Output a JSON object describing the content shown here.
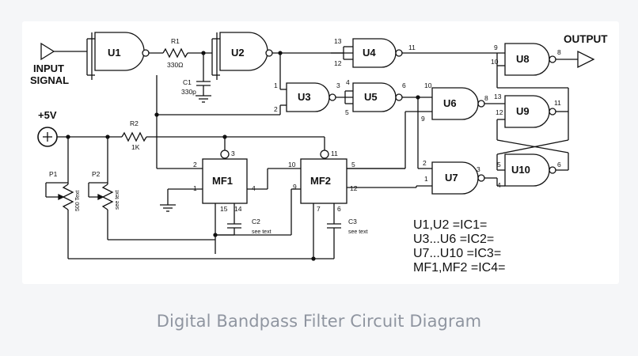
{
  "caption": "Digital Bandpass Filter Circuit Diagram",
  "diagram": {
    "input_label_line1": "INPUT",
    "input_label_line2": "SIGNAL",
    "output_label": "OUTPUT",
    "supply_label": "+5V",
    "gates": {
      "u1": "U1",
      "u2": "U2",
      "u3": "U3",
      "u4": "U4",
      "u5": "U5",
      "u6": "U6",
      "u7": "U7",
      "u8": "U8",
      "u9": "U9",
      "u10": "U10"
    },
    "monoflops": {
      "mf1": "MF1",
      "mf2": "MF2"
    },
    "components": {
      "r1": "R1",
      "r1_value": "330Ω",
      "r2": "R2",
      "r2_value": "1K",
      "c1": "C1",
      "c1_value": "330p",
      "c2": "C2",
      "c2_value": "see text",
      "c3": "C3",
      "c3_value": "see text",
      "p1": "P1",
      "p1_value": "500 Text",
      "p2": "P2",
      "p2_value": "see text"
    },
    "pins": {
      "u4_in_a": "13",
      "u4_in_b": "12",
      "u4_out": "11",
      "u3_in_a": "1",
      "u3_in_b": "2",
      "u3_out": "3",
      "u5_in_a": "4",
      "u5_in_b": "5",
      "u5_out": "6",
      "u6_in_a": "10",
      "u6_in_b": "9",
      "u6_out": "8",
      "u7_in_a": "2",
      "u7_in_b": "1",
      "u7_out": "3",
      "u8_in_a": "9",
      "u8_in_b": "10",
      "u8_out": "8",
      "u9_in_a": "13",
      "u9_in_b": "12",
      "u9_out": "11",
      "u10_in_a": "5",
      "u10_in_b": "4",
      "u10_out": "6",
      "mf1_top": "3",
      "mf1_2": "2",
      "mf1_1": "1",
      "mf1_4": "4",
      "mf1_15": "15",
      "mf1_14": "14",
      "mf2_top": "11",
      "mf2_10": "10",
      "mf2_9": "9",
      "mf2_5": "5",
      "mf2_12": "12",
      "mf2_7": "7",
      "mf2_6": "6"
    },
    "legend": [
      "U1,U2 =IC1=",
      "U3...U6 =IC2=",
      "U7...U10  =IC3=",
      "MF1,MF2 =IC4="
    ]
  }
}
